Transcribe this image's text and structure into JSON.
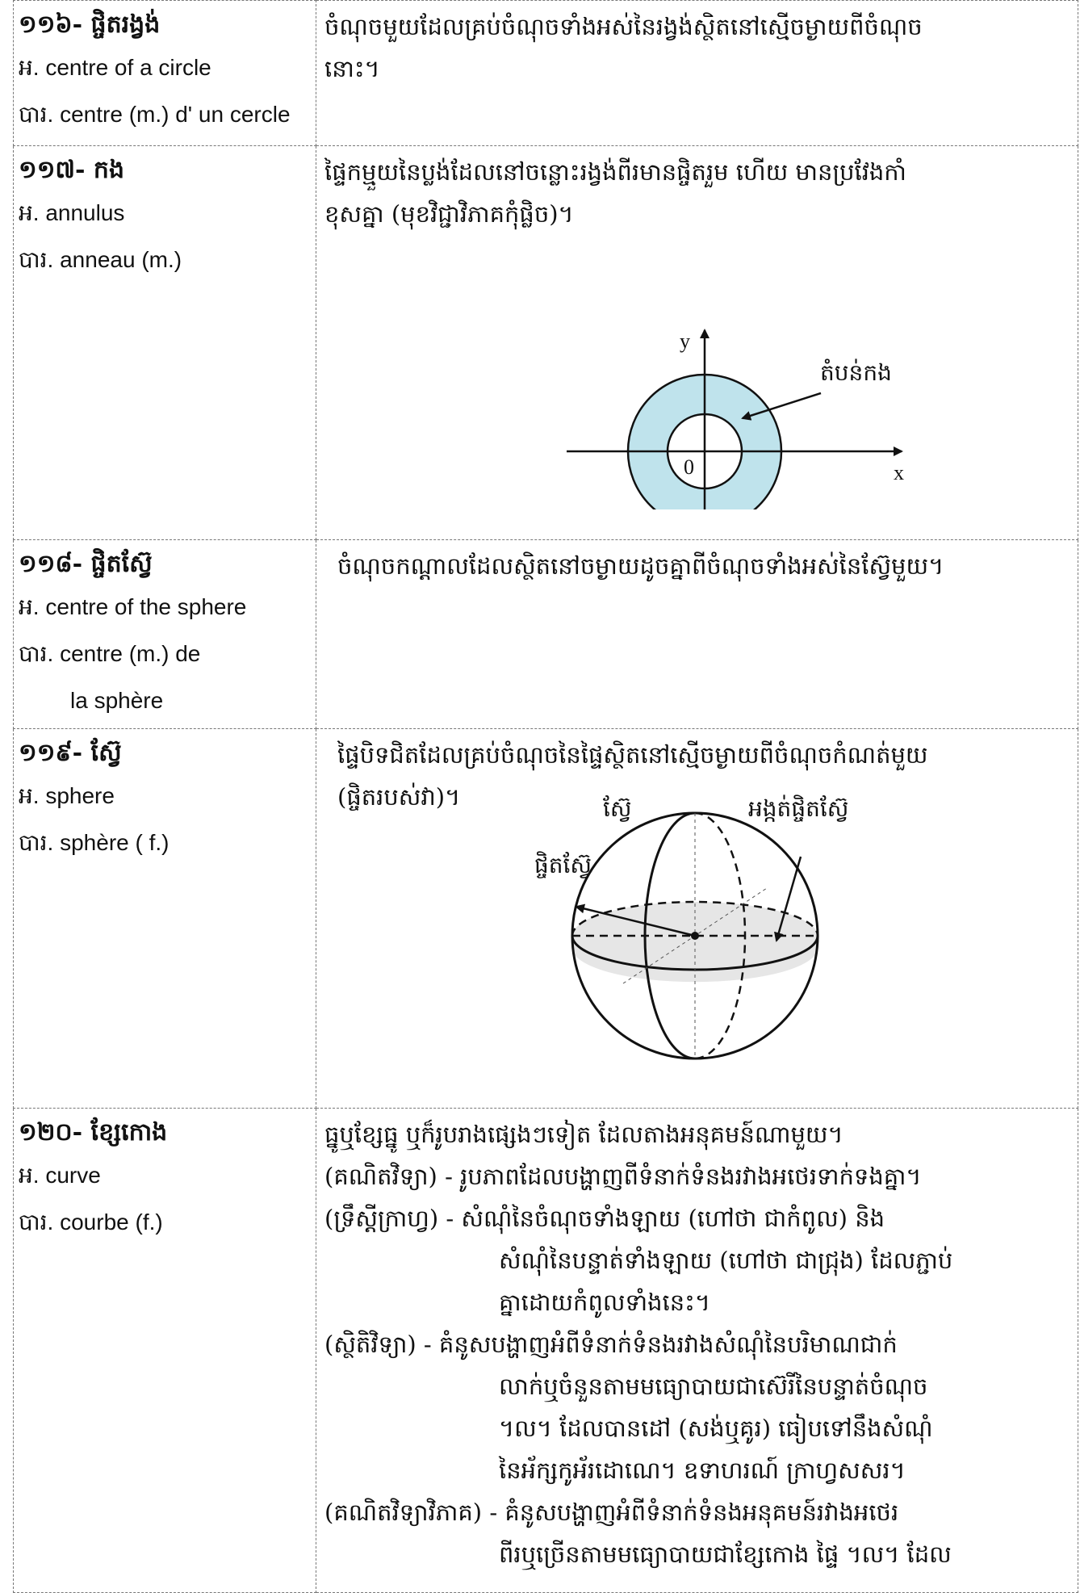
{
  "entries": [
    {
      "head": "១១៦- ផ្ចិតរង្វង់",
      "lines": [
        "អ. centre of a circle",
        "បារ. centre (m.) d' un cercle"
      ],
      "def": [
        "ចំណុចមួយដែលគ្រប់ចំណុចទាំងអស់នៃរង្វង់ស្ថិតនៅស្មើចម្ងាយពីចំណុច",
        "នោះ។"
      ]
    },
    {
      "head": "១១៧- កង",
      "lines": [
        "អ.  annulus",
        "បារ. anneau (m.)"
      ],
      "def": [
        "ផ្ទៃកម្មួយនៃប្លង់ដែលនៅចន្លោះរង្វង់ពីរមានផ្ចិតរួម ហើយ មានប្រវែងកាំ",
        "ខុសគ្នា (មុខវិជ្ជាវិភាគកុំផ្លិច)។"
      ],
      "figure": {
        "y": "y",
        "x": "x",
        "origin": "0",
        "region": "តំបន់កង"
      }
    },
    {
      "head": "១១៨- ផ្ចិតស្វ៊ែ",
      "lines": [
        "អ. centre of the sphere",
        "បារ. centre (m.) de",
        "la sphère"
      ],
      "def": [
        "ចំណុចកណ្តាលដែលស្ថិតនៅចម្ងាយដូចគ្នាពីចំណុចទាំងអស់នៃស្វ៊ែមួយ។"
      ]
    },
    {
      "head": "១១៩- ស្វ៊ែ",
      "lines": [
        "អ. sphere",
        "បារ. sphère ( f.)"
      ],
      "def": [
        "ផ្ទៃបិទជិតដែលគ្រប់ចំណុចនៃផ្ទៃស្ថិតនៅស្មើចម្ងាយពីចំណុចកំណត់មួយ",
        "(ផ្ចិតរបស់វា)។"
      ],
      "figure": {
        "sphere": "ស្វ៊ែ",
        "diameter": "អង្កត់ផ្ចិតស្វ៊ែ",
        "center": "ផ្ចិតស្វ៊ែ"
      }
    },
    {
      "head": "១២០- ខ្សែកោង",
      "lines": [
        "អ.  curve",
        "បារ.  courbe  (f.)"
      ],
      "def": [
        "ធ្នូឬខ្សែធ្នូ ឬក៏រូបរាងផ្សេងៗទៀត ដែលតាងអនុគមន៍ណាមួយ។",
        "(គណិតវិទ្យា) - រូបភាពដែលបង្ហាញពីទំនាក់ទំនងរវាងអថេរទាក់ទងគ្នា។",
        "(ទ្រឹស្តីក្រាហ្វ) - សំណុំនៃចំណុចទាំងឡាយ (ហៅថា ជាកំពូល) និង",
        "សំណុំនៃបន្ទាត់ទាំងឡាយ (ហៅថា ជាជ្រុង) ដែលភ្ជាប់",
        "គ្នាដោយកំពូលទាំងនេះ។",
        "(ស្ថិតិវិទ្យា)    - គំនូសបង្ហាញអំពីទំនាក់ទំនងរវាងសំណុំនៃបរិមាណជាក់",
        "លាក់ឬចំនួនតាមមធ្យោបាយជាស៊េរីនៃបន្ទាត់ចំណុច",
        "។ល។ ដែលបានដៅ (សង់ឬគូរ) ធៀបទៅនឹងសំណុំ",
        "នៃអ័ក្សកូអ័រដោណេ។ ឧទាហរណ៍ ក្រាហ្វសសរ។",
        "(គណិតវិទ្យាវិភាគ) - គំនូសបង្ហាញអំពីទំនាក់ទំនងអនុគមន៍រវាងអថេរ",
        "ពីរឬច្រើនតាមមធ្យោបាយជាខ្សែកោង ផ្ទៃ ។ល។ ដែល"
      ]
    }
  ]
}
